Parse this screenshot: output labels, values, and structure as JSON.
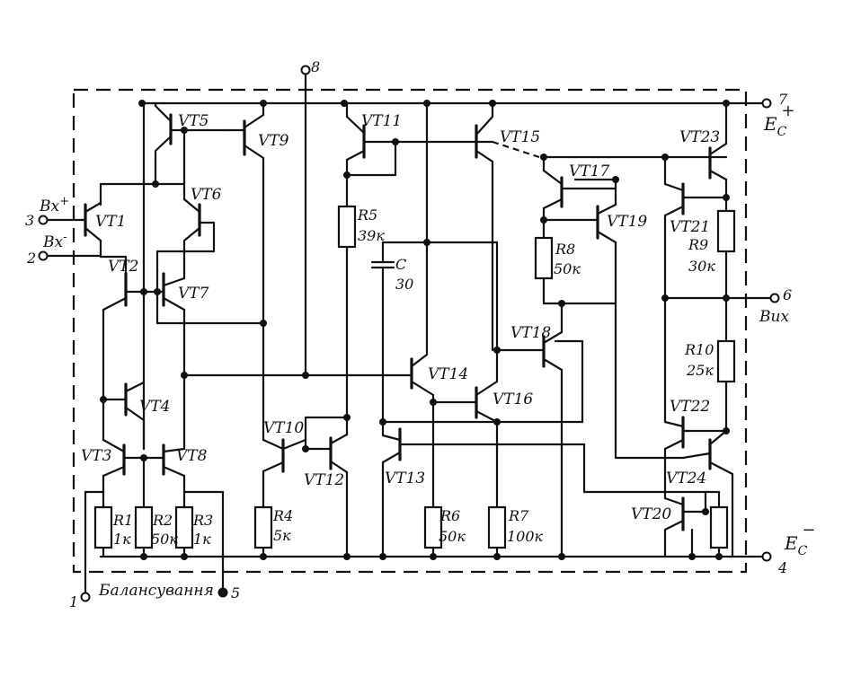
{
  "terminals": {
    "t1": "1",
    "t2": "2",
    "t3": "3",
    "t4": "4",
    "t5": "5",
    "t6": "6",
    "t7": "7",
    "t8": "8"
  },
  "io": {
    "in_plus": "Bx",
    "in_plus_sup": "+",
    "in_minus": "Bx",
    "in_minus_sup": "-",
    "out": "Вих",
    "ec": "E",
    "ec_sub": "C",
    "ec_plus": "+",
    "ec_minus": "−",
    "balance": "Балансування"
  },
  "transistors": [
    "VT1",
    "VT2",
    "VT3",
    "VT4",
    "VT5",
    "VT6",
    "VT7",
    "VT8",
    "VT9",
    "VT10",
    "VT11",
    "VT12",
    "VT13",
    "VT14",
    "VT15",
    "VT16",
    "VT17",
    "VT18",
    "VT19",
    "VT20",
    "VT21",
    "VT22",
    "VT23",
    "VT24"
  ],
  "resistors": {
    "R1": {
      "name": "R1",
      "value": "1к"
    },
    "R2": {
      "name": "R2",
      "value": "50к"
    },
    "R3": {
      "name": "R3",
      "value": "1к"
    },
    "R4": {
      "name": "R4",
      "value": "5к"
    },
    "R5": {
      "name": "R5",
      "value": "39к"
    },
    "R6": {
      "name": "R6",
      "value": "50к"
    },
    "R7": {
      "name": "R7",
      "value": "100к"
    },
    "R8": {
      "name": "R8",
      "value": "50к"
    },
    "R9": {
      "name": "R9",
      "value": "30к"
    },
    "R10": {
      "name": "R10",
      "value": "25к"
    }
  },
  "capacitor": {
    "name": "C",
    "value": "30"
  }
}
